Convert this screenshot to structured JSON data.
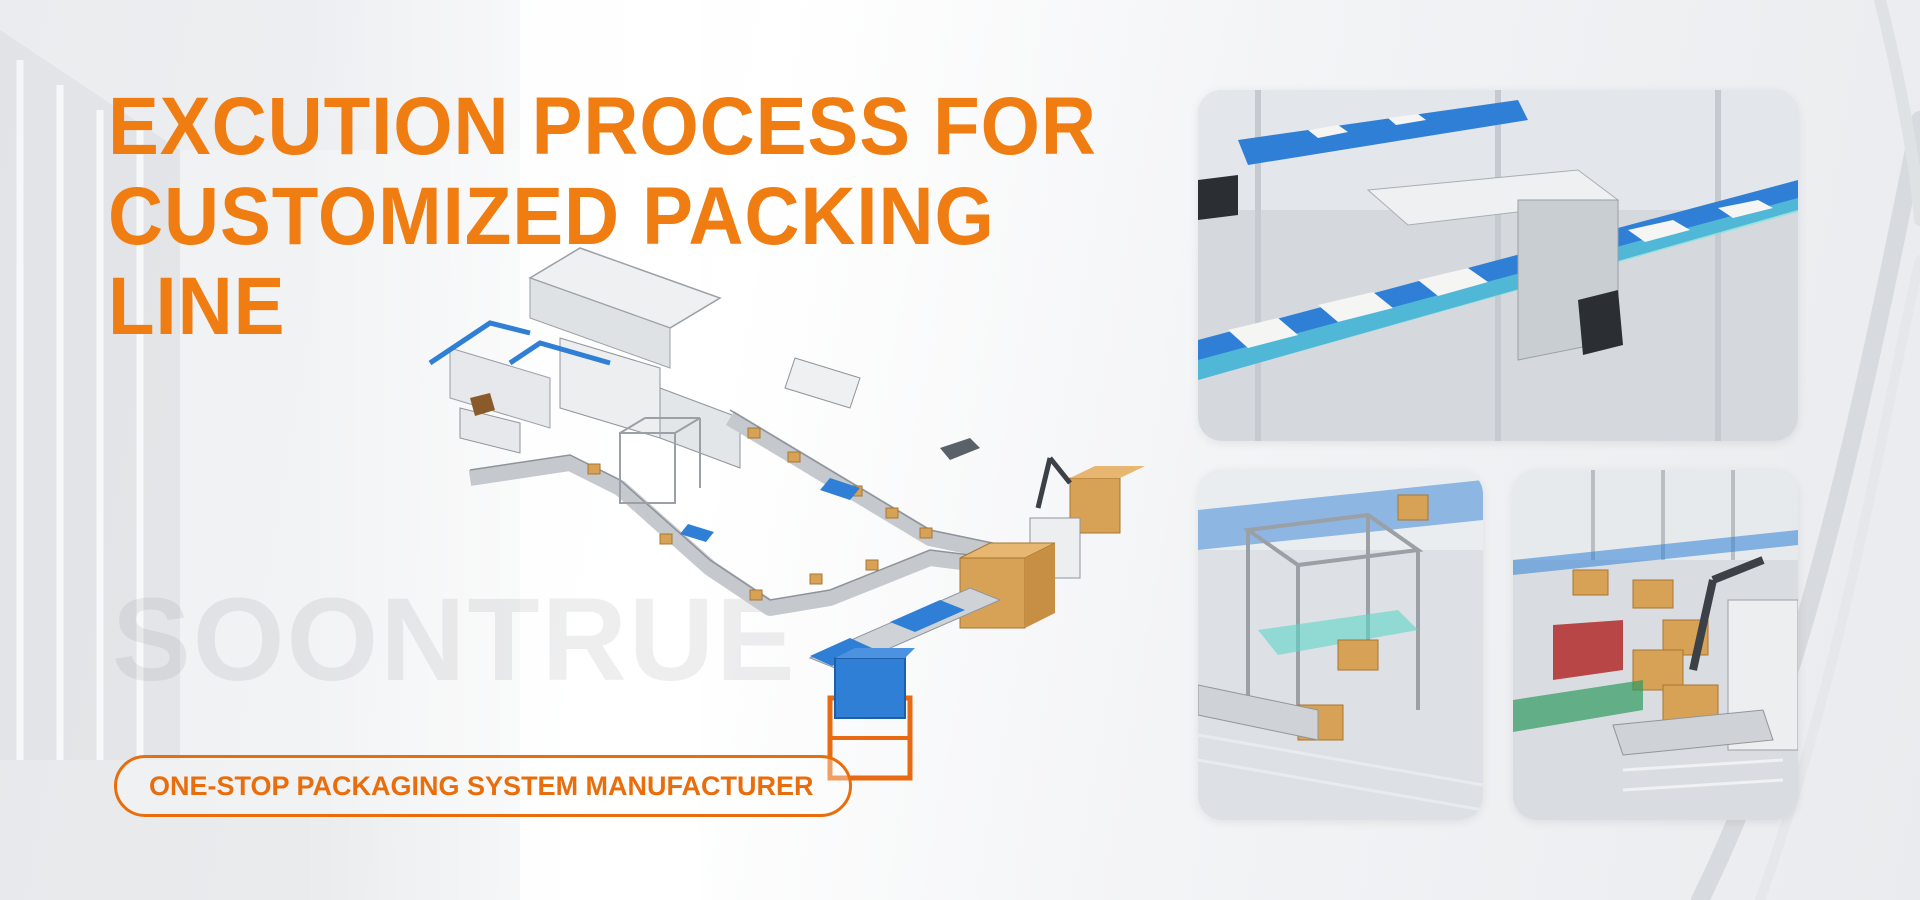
{
  "hero": {
    "title_lines": [
      "EXCUTION PROCESS FOR",
      "CUSTOMIZED PACKING",
      "LINE"
    ],
    "watermark": "SOONTRUE",
    "tagline": "ONE-STOP PACKAGING SYSTEM MANUFACTURER"
  },
  "colors": {
    "accent": "#f07d12",
    "tagline_border": "#ea6d0c",
    "conveyor_blue": "#2f7fd6",
    "carton": "#d8a256",
    "pallet_orange": "#e86a12"
  },
  "photos": [
    {
      "subject": "conveyor-metal-detector"
    },
    {
      "subject": "carton-erecting-frame"
    },
    {
      "subject": "robotic-palletizer"
    }
  ]
}
